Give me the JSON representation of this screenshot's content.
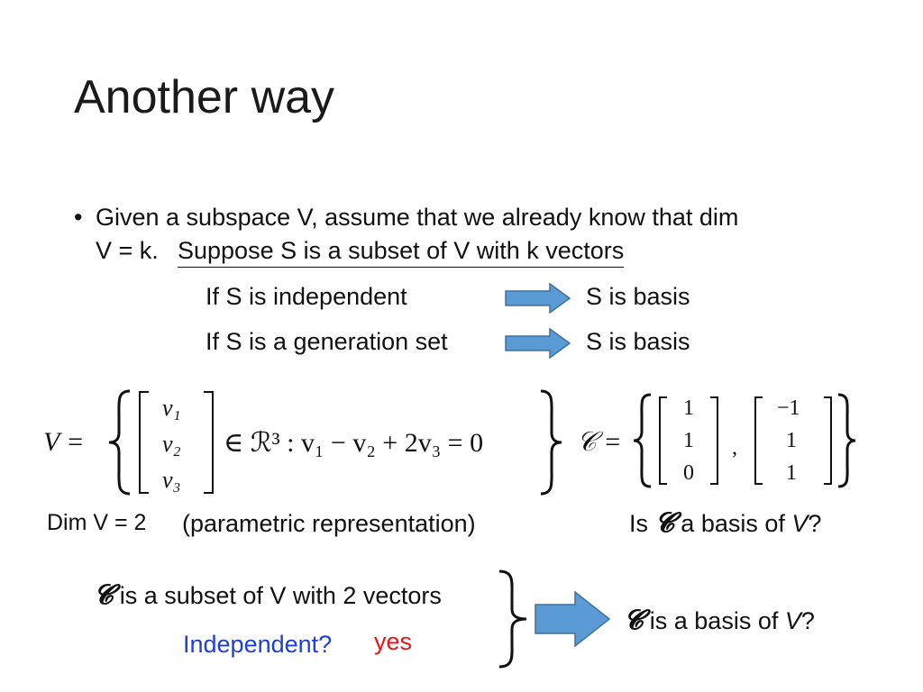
{
  "slide": {
    "title": "Another way",
    "bullet": {
      "line1": "Given a subspace V, assume that we already know that dim",
      "line2_prefix": "V = k.",
      "line2_underlined": "Suppose S is a subset of V with k vectors"
    },
    "implications": [
      {
        "premise": "If S is independent",
        "conclusion": "S is basis"
      },
      {
        "premise": "If S is a generation set",
        "conclusion": "S is basis"
      }
    ],
    "equation_V": {
      "lhs": "V =",
      "vector_entries": [
        "v1",
        "v2",
        "v3"
      ],
      "condition": "∈ ℛ³ : v₁ − v₂ + 2v₃ = 0"
    },
    "equation_C": {
      "lhs": "𝒞 =",
      "vector1": [
        "1",
        "1",
        "0"
      ],
      "vector2": [
        "−1",
        "1",
        "1"
      ],
      "separator": ","
    },
    "dim_label": "Dim V = 2",
    "param_label": "(parametric representation)",
    "question": {
      "prefix": "Is",
      "symbol": "𝓒",
      "middle": "a basis of",
      "space": "V",
      "suffix": "?"
    },
    "conclusion_block": {
      "symbol": "𝓒",
      "subset_text": "is a subset of V with 2 vectors",
      "independent_label": "Independent?",
      "answer": "yes",
      "result_middle": "is a basis of",
      "result_space": "V",
      "result_suffix": "?"
    },
    "colors": {
      "arrow_fill": "#5b9bd5",
      "arrow_stroke": "#41719c",
      "blue_text": "#1f3fd6",
      "red_text": "#e8141a"
    }
  }
}
